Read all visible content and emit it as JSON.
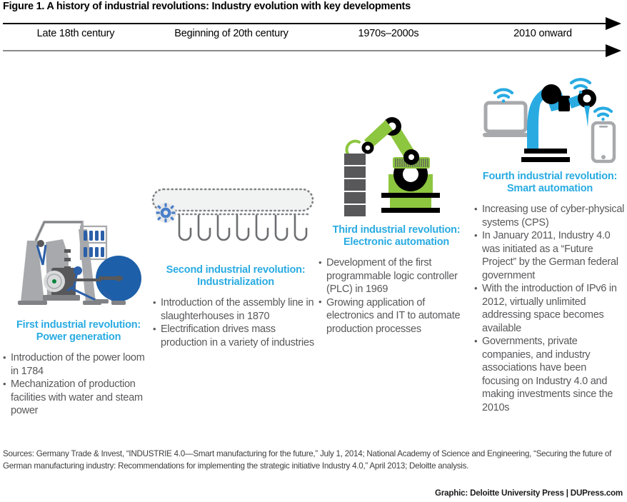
{
  "title": "Figure 1. A history of industrial revolutions: Industry evolution with key developments",
  "timeline": {
    "periods": [
      "Late 18th century",
      "Beginning of 20th century",
      "1970s–2000s",
      "2010 onward"
    ],
    "top_line_color": "#000000",
    "bottom_line_color": "#8a8a8d",
    "arrow_icon": "arrow-right-icon"
  },
  "accent_color": "#29abe2",
  "body_text_color": "#58585b",
  "columns": [
    {
      "heading_line1": "First industrial revolution:",
      "heading_line2": "Power generation",
      "illustration": "power-loom-illustration",
      "bullets": [
        "Introduction of the power loom in 1784",
        "Mechanization of production facilities with water and steam power"
      ]
    },
    {
      "heading_line1": "Second industrial revolution:",
      "heading_line2": "Industrialization",
      "illustration": "assembly-line-illustration",
      "bullets": [
        "Introduction of the assembly line in slaughterhouses in 1870",
        "Electrification drives mass production in a variety of industries"
      ]
    },
    {
      "heading_line1": "Third industrial revolution:",
      "heading_line2": "Electronic automation",
      "illustration": "industrial-robot-arm-illustration",
      "bullets": [
        "Development of the first programmable logic controller (PLC) in 1969",
        "Growing application of electronics and IT to automate production processes"
      ]
    },
    {
      "heading_line1": "Fourth industrial revolution:",
      "heading_line2": "Smart automation",
      "illustration": "smart-connected-robot-illustration",
      "bullets": [
        "Increasing use of cyber-physical systems (CPS)",
        "In January 2011, Industry 4.0 was initiated as a “Future Project” by the German federal government",
        "With the introduction of IPv6 in 2012, virtually unlimited addressing space becomes available",
        "Governments, private companies, and industry associations have been focusing on Industry 4.0 and making investments since the 2010s"
      ]
    }
  ],
  "footer": {
    "sources": "Sources: Germany Trade & Invest, “INDUSTRIE 4.0—Smart manufacturing for the future,” July 1, 2014;  National Academy of Science and Engineering, “Securing the future of German manufacturing industry: Recommendations for implementing the strategic initiative Industry 4.0,” April 2013; Deloitte analysis.",
    "credit": "Graphic: Deloitte University Press  |  DUPress.com"
  }
}
